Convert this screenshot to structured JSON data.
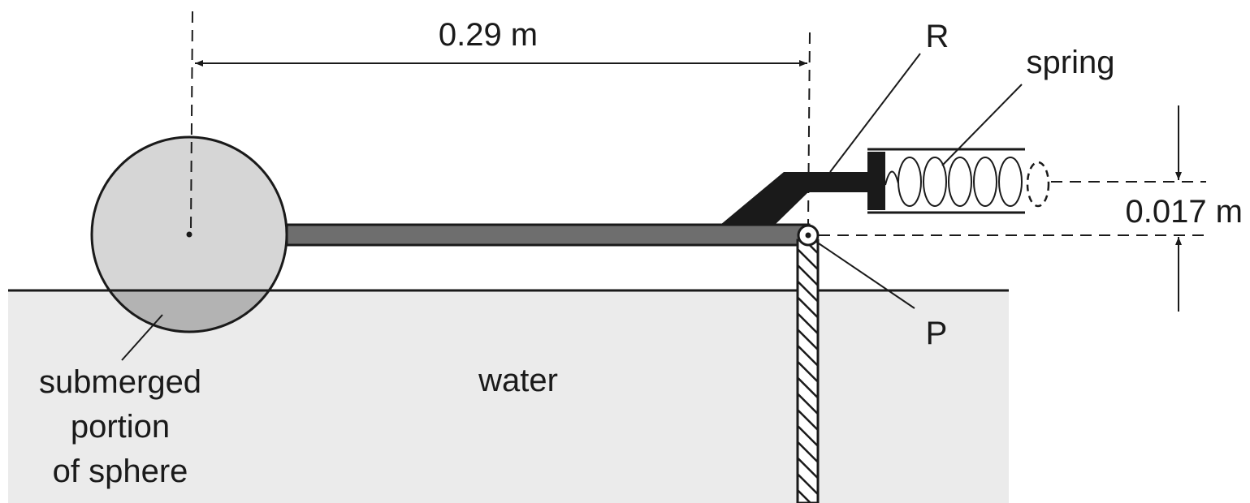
{
  "labels": {
    "distance_horizontal": "0.29 m",
    "distance_vertical": "0.017 m",
    "point_r": "R",
    "point_p": "P",
    "spring": "spring",
    "water": "water",
    "submerged_line1": "submerged",
    "submerged_line2": "portion",
    "submerged_line3": "of sphere"
  },
  "colors": {
    "water": "#ebebeb",
    "sphere": "#d6d6d6",
    "submerged": "#b3b3b3",
    "rod": "#6e6e6e",
    "lever": "#1a1a1a"
  }
}
